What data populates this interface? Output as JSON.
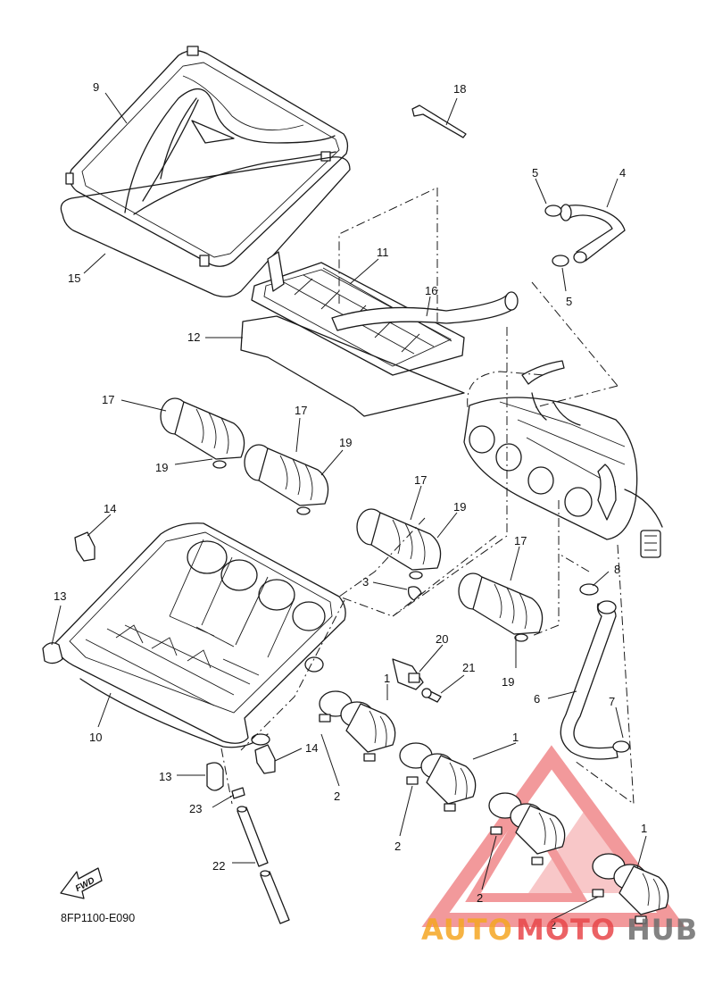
{
  "diagram": {
    "diagram_code": "8FP1100-E090",
    "fwd_label": "FWD",
    "part_labels": [
      "1",
      "2",
      "3",
      "4",
      "5",
      "6",
      "7",
      "8",
      "9",
      "10",
      "11",
      "12",
      "13",
      "14",
      "15",
      "16",
      "17",
      "18",
      "19",
      "20",
      "21",
      "22",
      "23"
    ]
  },
  "watermark": {
    "text_auto": "AUTO",
    "text_moto": "MOTO",
    "text_hub": "HUB",
    "color_orange": "#f5a623",
    "color_red": "#e8474b",
    "color_grey": "#6e6e6e"
  }
}
